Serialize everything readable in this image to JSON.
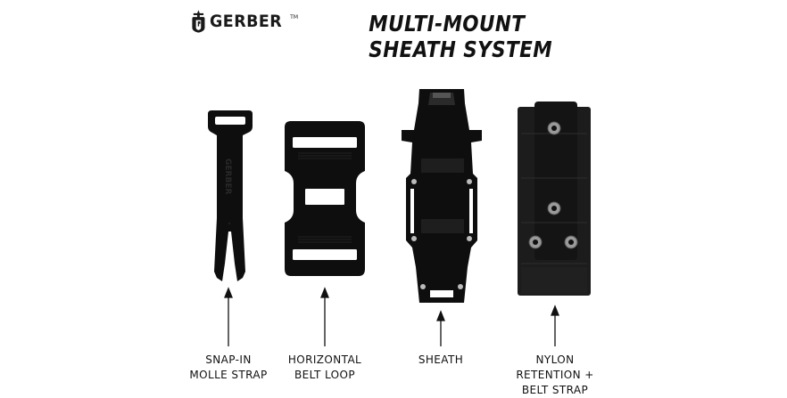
{
  "brand": {
    "name": "GERBER",
    "mark": "TM"
  },
  "title": {
    "line1": "MULTI-MOUNT",
    "line2": "SHEATH SYSTEM"
  },
  "components": [
    {
      "id": "snap-in-molle-strap",
      "label_lines": [
        "SNAP-IN",
        "MOLLE STRAP"
      ],
      "embossed_text": "GERBER"
    },
    {
      "id": "horizontal-belt-loop",
      "label_lines": [
        "HORIZONTAL",
        "BELT LOOP"
      ]
    },
    {
      "id": "sheath",
      "label_lines": [
        "SHEATH"
      ]
    },
    {
      "id": "nylon-retention-belt-strap",
      "label_lines": [
        "NYLON",
        "RETENTION +",
        "BELT STRAP"
      ]
    }
  ],
  "colors": {
    "ink": "#111111",
    "product": "#0e0e0e",
    "background": "#ffffff"
  }
}
